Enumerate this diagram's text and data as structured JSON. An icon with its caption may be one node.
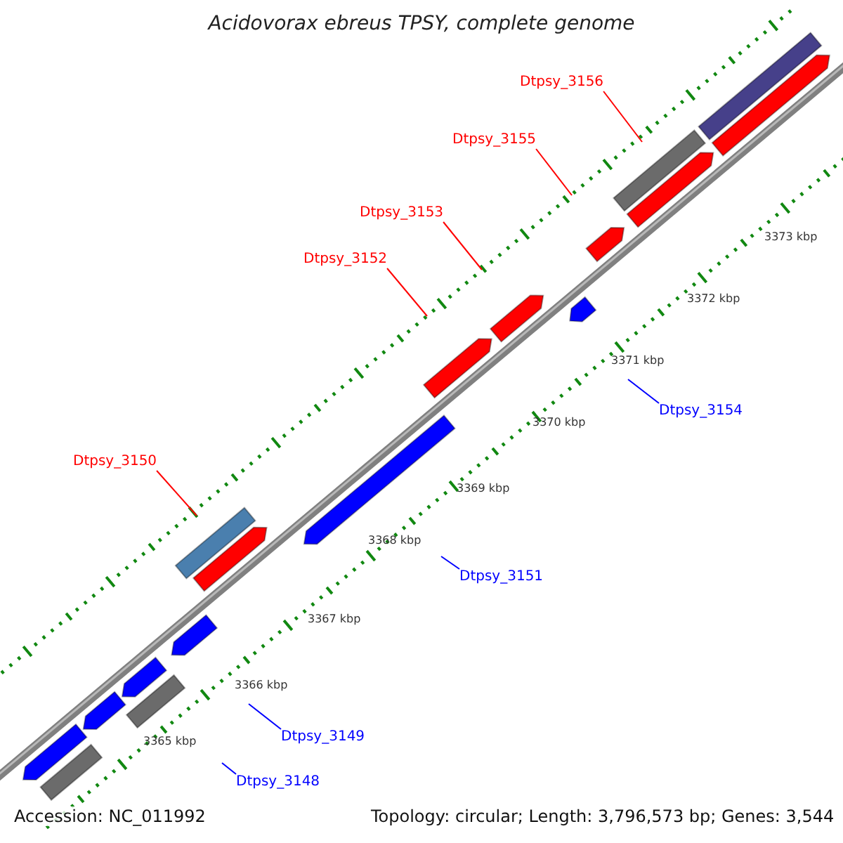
{
  "diagram": {
    "title": "Acidovorax ebreus TPSY, complete genome",
    "nodes": [
      {
        "text": [
          "Dtpsy_3156"
        ]
      },
      {
        "text": [
          "Dtpsy_3155"
        ]
      },
      {
        "text": [
          "Dtpsy_3153"
        ]
      },
      {
        "text": [
          "Dtpsy_3152"
        ]
      },
      {
        "text": [
          "Dtpsy_3154"
        ]
      },
      {
        "text": [
          "Dtpsy_3150"
        ]
      },
      {
        "text": [
          "Dtpsy_3151"
        ]
      },
      {
        "text": [
          "Dtpsy_3149"
        ]
      },
      {
        "text": [
          "Dtpsy_3148"
        ]
      }
    ],
    "edges": [
      {
        "from": 0,
        "to": null,
        "arrow": "none"
      },
      {
        "from": 1,
        "to": null,
        "arrow": "none"
      },
      {
        "from": 2,
        "to": null,
        "arrow": "none"
      },
      {
        "from": 3,
        "to": null,
        "arrow": "none"
      },
      {
        "from": 4,
        "to": null,
        "arrow": "none",
        "color": "#0000ff"
      },
      {
        "from": 5,
        "to": null,
        "arrow": "none"
      },
      {
        "from": 6,
        "to": null,
        "arrow": "none",
        "color": "#0000ff"
      },
      {
        "from": 7,
        "to": null,
        "arrow": "none",
        "color": "#0000ff"
      },
      {
        "from": 8,
        "to": null,
        "arrow": "none",
        "color": "#0000ff"
      }
    ],
    "labels": [
      "3365 kbp",
      "3366 kbp",
      "3367 kbp",
      "3368 kbp",
      "3369 kbp",
      "3370 kbp",
      "3371 kbp",
      "3372 kbp",
      "3373 kbp",
      "Accession: NC_011992",
      "Topology: circular; Length: 3,796,573 bp; Genes: 3,544"
    ]
  }
}
